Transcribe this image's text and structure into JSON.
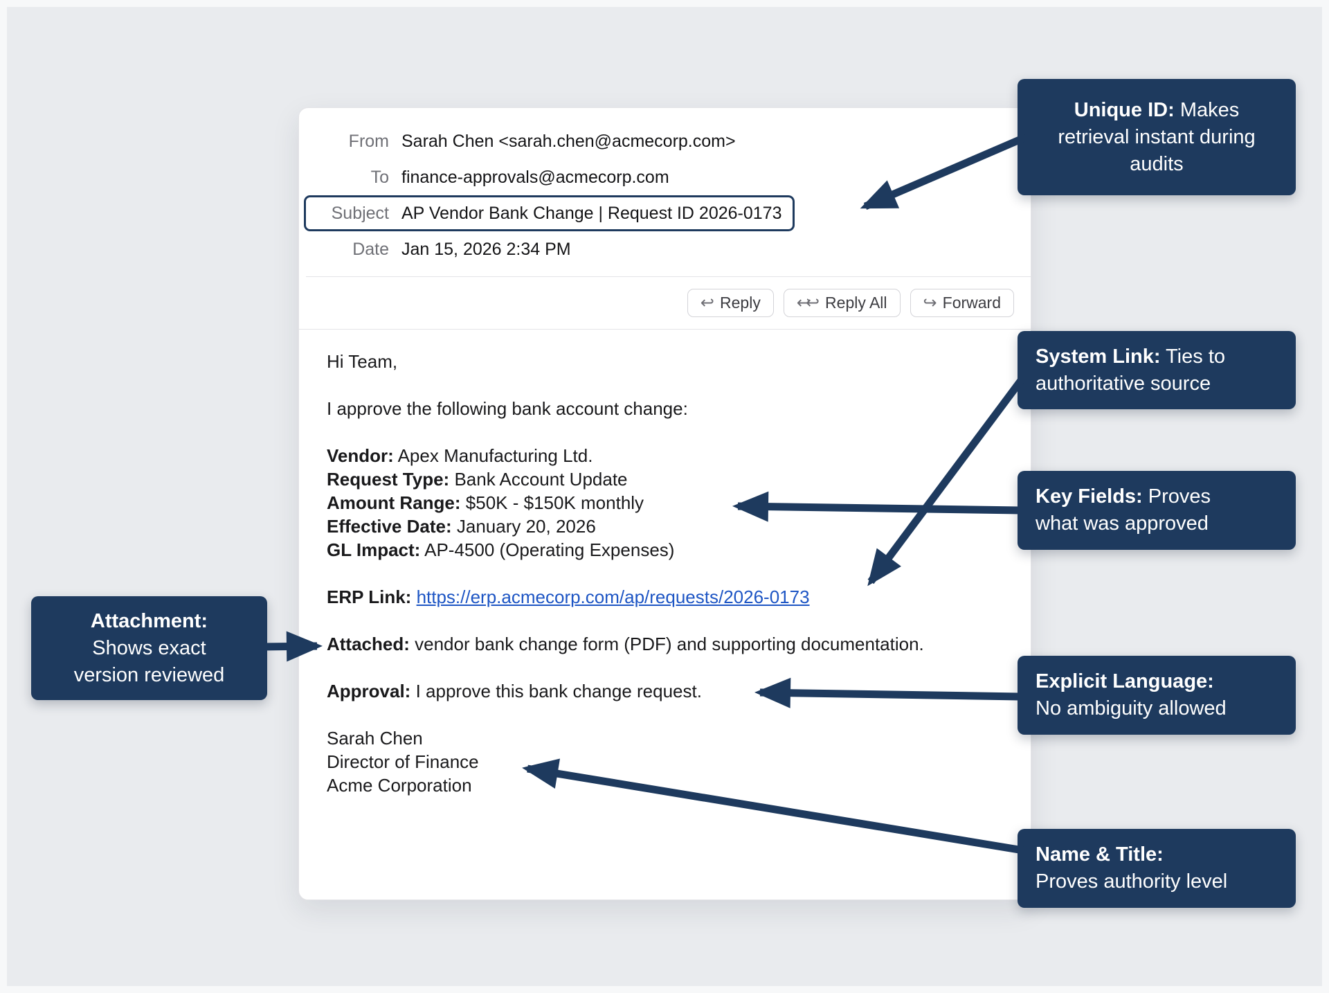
{
  "email": {
    "header": {
      "from_label": "From",
      "from_value": "Sarah Chen <sarah.chen@acmecorp.com>",
      "to_label": "To",
      "to_value": "finance-approvals@acmecorp.com",
      "subject_label": "Subject",
      "subject_value": "AP Vendor Bank Change | Request ID 2026-0173",
      "date_label": "Date",
      "date_value": "Jan 15, 2026 2:34 PM"
    },
    "toolbar": {
      "reply_label": "Reply",
      "reply_all_label": "Reply All",
      "forward_label": "Forward",
      "reply_icon": "↩",
      "reply_all_icon": "↩↩",
      "forward_icon": "↪"
    },
    "body": {
      "greeting": "Hi Team,",
      "intro": "I approve the following bank account change:",
      "fields": [
        {
          "label": "Vendor:",
          "value": "Apex Manufacturing Ltd."
        },
        {
          "label": "Request Type:",
          "value": "Bank Account Update"
        },
        {
          "label": "Amount Range:",
          "value": "$50K - $150K monthly"
        },
        {
          "label": "Effective Date:",
          "value": "January 20, 2026"
        },
        {
          "label": "GL Impact:",
          "value": "AP-4500 (Operating Expenses)"
        }
      ],
      "erp_label": "ERP Link:",
      "erp_url": "https://erp.acmecorp.com/ap/requests/2026-0173",
      "attached_label": "Attached:",
      "attached_value": "vendor bank change form (PDF) and supporting documentation.",
      "approval_label": "Approval:",
      "approval_value": "I approve this bank change request.",
      "signature": [
        "Sarah Chen",
        "Director of Finance",
        "Acme Corporation"
      ]
    }
  },
  "callouts": [
    {
      "title": "Unique ID:",
      "text": "Makes retrieval instant during audits"
    },
    {
      "title": "System Link:",
      "text": "Ties to authoritative source"
    },
    {
      "title": "Key Fields:",
      "text": "Proves what was approved"
    },
    {
      "title": "Attachment:",
      "text": "Shows exact version reviewed"
    },
    {
      "title": "Explicit Language:",
      "text": "No ambiguity allowed"
    },
    {
      "title": "Name & Title:",
      "text": "Proves authority level"
    }
  ],
  "colors": {
    "annotation_navy": "#1e3a5e",
    "link_blue": "#1d55c4",
    "background": "#e9ebee",
    "card_white": "#ffffff"
  }
}
